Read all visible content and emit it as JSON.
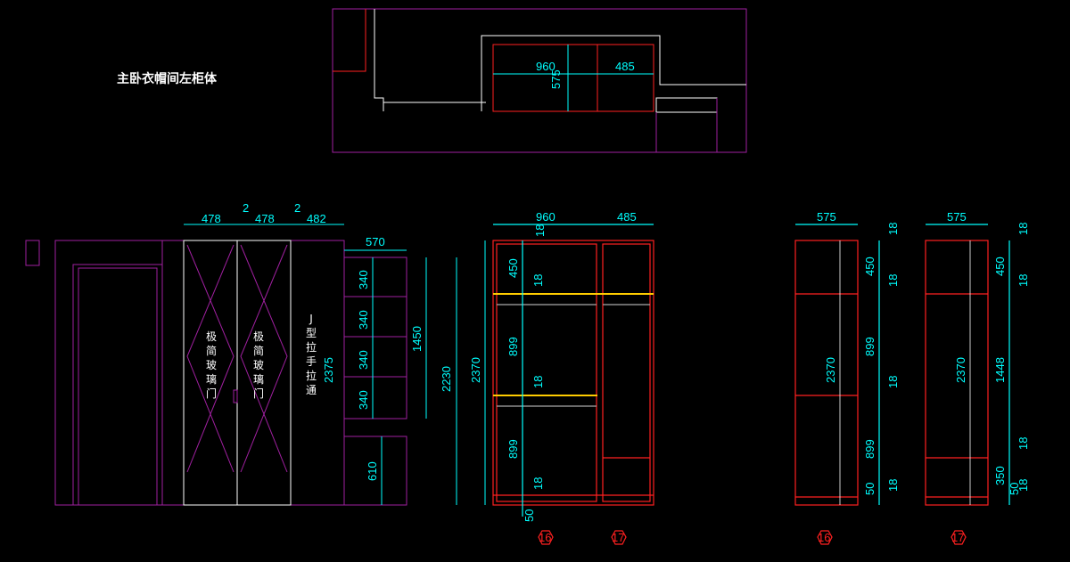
{
  "title": "主卧衣帽间左柜体",
  "door_labels": {
    "glass_door_1": [
      "极",
      "简",
      "玻",
      "璃",
      "门"
    ],
    "glass_door_2": [
      "极",
      "简",
      "玻",
      "璃",
      "门"
    ],
    "handle_note": [
      "J",
      "型",
      "拉",
      "手",
      "拉",
      "通"
    ]
  },
  "plan_dims": {
    "w1": "960",
    "w2": "485",
    "depth": "575"
  },
  "elevation_dims": {
    "top_a": "478",
    "gap_a": "2",
    "top_b": "478",
    "gap_b": "2",
    "top_c": "482",
    "height_2375": "2375",
    "shelf_width": "570",
    "shelf_340_1": "340",
    "shelf_340_2": "340",
    "shelf_340_3": "340",
    "shelf_340_4": "340",
    "h1450": "1450",
    "h610": "610",
    "h2230": "2230",
    "h2370": "2370"
  },
  "front_dims": {
    "w960": "960",
    "w485": "485",
    "h2370": "2370",
    "t18_a": "18",
    "t18_b": "18",
    "t18_c": "18",
    "t18_d": "18",
    "h450": "450",
    "h899_a": "899",
    "h899_b": "899",
    "b50": "50"
  },
  "side16_dims": {
    "w575": "575",
    "h2370": "2370",
    "r18_a": "18",
    "r18_b": "18",
    "r18_c": "18",
    "r18_d": "18",
    "r450": "450",
    "r899_a": "899",
    "r899_b": "899",
    "r50": "50"
  },
  "side17_dims": {
    "w575": "575",
    "h2370": "2370",
    "r18_a": "18",
    "r18_b": "18",
    "r18_c": "18",
    "r18_d": "18",
    "r450": "450",
    "r1448": "1448",
    "r350": "350",
    "r50": "50"
  },
  "tags": {
    "front_16": "16",
    "front_17": "17",
    "side_16": "16",
    "side_17": "17"
  },
  "colors": {
    "background": "#000000",
    "outline": "#a020a0",
    "cabinet": "#ff2020",
    "dimension": "#00ffff",
    "text": "#ffffff"
  }
}
